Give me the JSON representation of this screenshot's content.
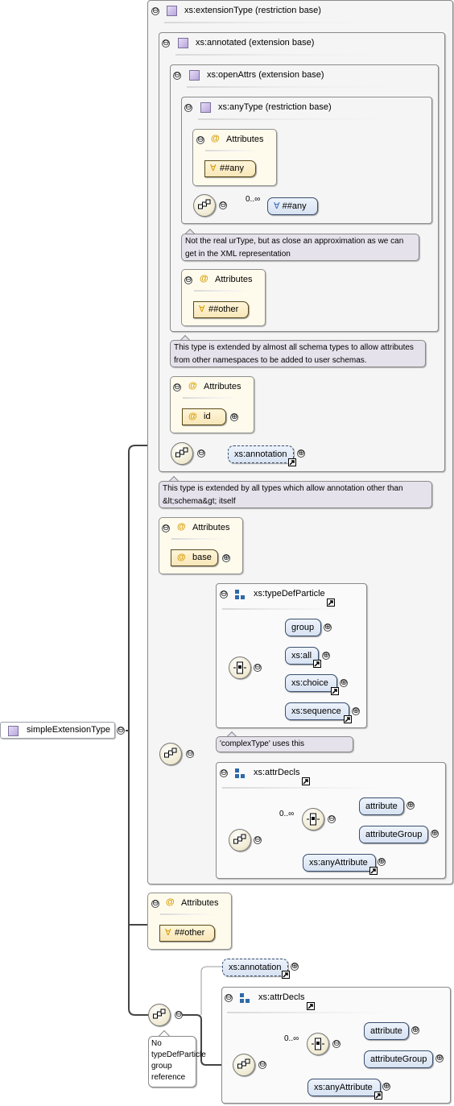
{
  "root": {
    "label": "simpleExtensionType"
  },
  "ext": {
    "title": "xs:extensionType (restriction base)"
  },
  "annotated": {
    "title": "xs:annotated (extension base)"
  },
  "openAttrs": {
    "title": "xs:openAttrs (extension base)"
  },
  "anyType": {
    "title": "xs:anyType (restriction base)",
    "attributes_label": "Attributes",
    "any_attr": "##any",
    "occurrence": "0..∞",
    "any_elem": "##any"
  },
  "notes": {
    "anytype": "Not the real urType, but as close an approximation as we can get in the XML representation",
    "openattrs": "This type is extended by almost all schema types to allow attributes from other namespaces to be added to user schemas.",
    "annotated": "This type is extended by all types which allow annotation other than &lt;schema&gt; itself",
    "complextype": "'complexType' uses this",
    "nogroup": "No typeDefParticle group reference"
  },
  "openAttrsAttrs": {
    "label": "Attributes",
    "value": "##other"
  },
  "annotatedAttrs": {
    "label": "Attributes",
    "value": "id",
    "annotation": "xs:annotation"
  },
  "extAttrs": {
    "label": "Attributes",
    "value": "base"
  },
  "typeDefParticle": {
    "title": "xs:typeDefParticle",
    "items": [
      "group",
      "xs:all",
      "xs:choice",
      "xs:sequence"
    ]
  },
  "attrDecls1": {
    "title": "xs:attrDecls",
    "occurrence": "0..∞",
    "items": [
      "attribute",
      "attributeGroup"
    ],
    "any": "xs:anyAttribute"
  },
  "rootAttrs": {
    "label": "Attributes",
    "value": "##other"
  },
  "bottom": {
    "annotation": "xs:annotation"
  },
  "attrDecls2": {
    "title": "xs:attrDecls",
    "occurrence": "0..∞",
    "items": [
      "attribute",
      "attributeGroup"
    ],
    "any": "xs:anyAttribute"
  },
  "glyphs": {
    "collapse": "⊖",
    "expand": "⊕",
    "at": "@",
    "forall": "∀"
  }
}
